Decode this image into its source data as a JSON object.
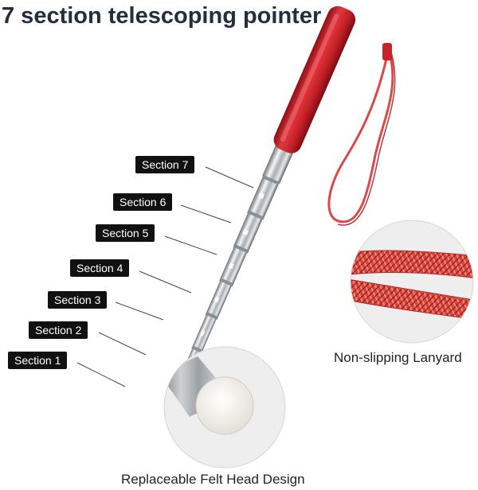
{
  "title": "7 section telescoping pointer",
  "sections": [
    "Section 7",
    "Section 6",
    "Section 5",
    "Section 4",
    "Section 3",
    "Section 2",
    "Section 1"
  ],
  "captions": {
    "lanyard": "Non-slipping Lanyard",
    "felt_head": "Replaceable Felt Head Design"
  },
  "colors": {
    "title": "#232f3e",
    "handle": "#c8222a",
    "lanyard": "#d84a4a",
    "label_bg": "#111111"
  }
}
